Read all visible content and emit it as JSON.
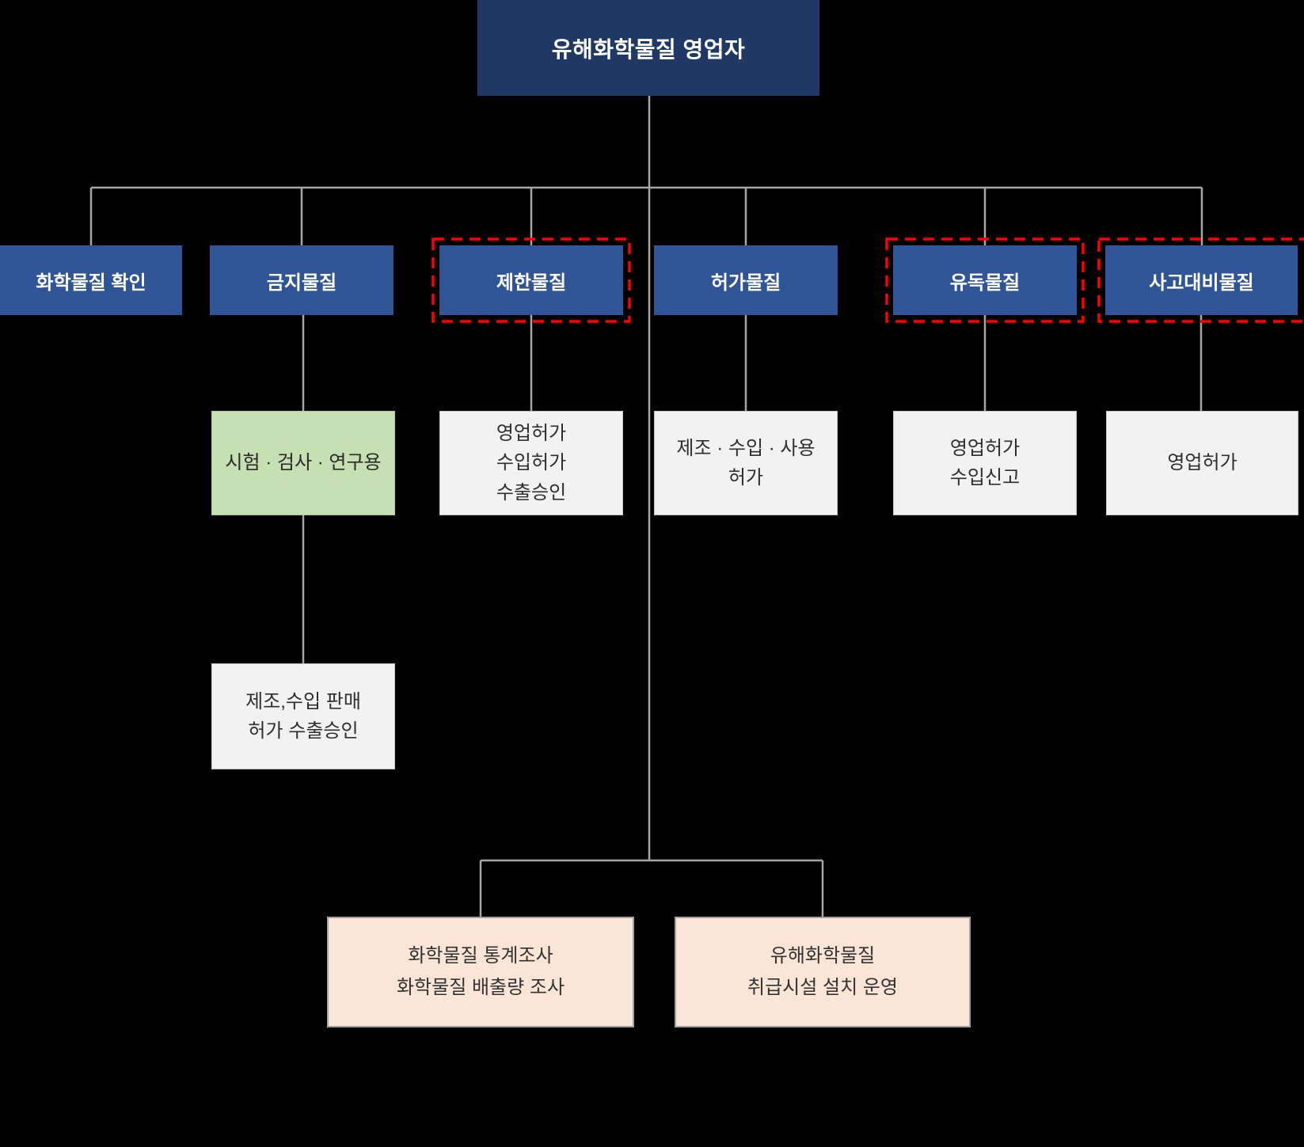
{
  "diagram": {
    "title_node": {
      "label": "유해화학물질 영업자"
    },
    "columns": [
      {
        "header": "화학물질 확인",
        "dashed_highlight": false
      },
      {
        "header": "금지물질",
        "dashed_highlight": false
      },
      {
        "header": "제한물질",
        "dashed_highlight": true
      },
      {
        "header": "허가물질",
        "dashed_highlight": false
      },
      {
        "header": "유독물질",
        "dashed_highlight": true
      },
      {
        "header": "사고대비물질",
        "dashed_highlight": true
      }
    ],
    "sub_nodes": {
      "prohibited_use": [
        "시험 · 검사 · 연구용"
      ],
      "prohibited_permits": [
        "제조,수입 판매",
        "허가 수출승인"
      ],
      "restricted_permits": [
        "영업허가",
        "수입허가",
        "수출승인"
      ],
      "permitted_permits": [
        "제조 · 수입 · 사용",
        "허가"
      ],
      "toxic_permits": [
        "영업허가",
        "수입신고"
      ],
      "accident_permit": [
        "영업허가"
      ]
    },
    "bottom_nodes": {
      "survey": [
        "화학물질 통계조사",
        "화학물질 배출량 조사"
      ],
      "facility": [
        "유해화학물질",
        "취급시설 설치 운영"
      ]
    },
    "colors": {
      "background": "#000000",
      "root_navy": "#1f3864",
      "header_blue": "#305597",
      "green_node": "#c6e0b4",
      "gray_node": "#f2f2f2",
      "peach_node": "#fbe5d6",
      "dashed_highlight_red": "#ff0000",
      "connector_gray": "#a6a6a6"
    }
  }
}
